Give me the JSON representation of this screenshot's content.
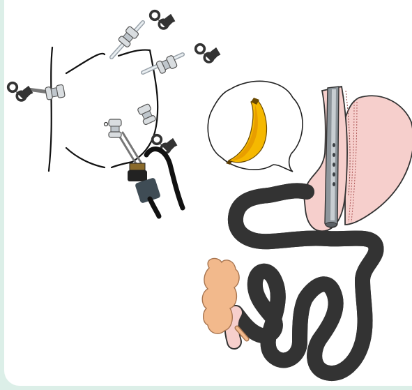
{
  "figure": {
    "panels": [
      {
        "id": "surgery",
        "depicts": "laparoscopic-ports-on-abdomen"
      },
      {
        "id": "thought",
        "depicts": "banana"
      },
      {
        "id": "anatomy",
        "depicts": "sleeve-gastrectomy-with-bougie"
      }
    ],
    "colors": {
      "background": "#dcefe8",
      "panel": "#ffffff",
      "tissue": "#f6cfcc",
      "tissue_outline": "#333333",
      "colon": "#f2b98c",
      "banana": "#f5b800",
      "banana_shadow": "#e39600",
      "instrument": "#444444",
      "port": "#d9dde0"
    },
    "icons": [
      "laparoscopic-grasper-icon",
      "trocar-port-icon",
      "endoscope-icon",
      "banana-icon",
      "thought-bubble-icon",
      "bougie-icon"
    ]
  }
}
